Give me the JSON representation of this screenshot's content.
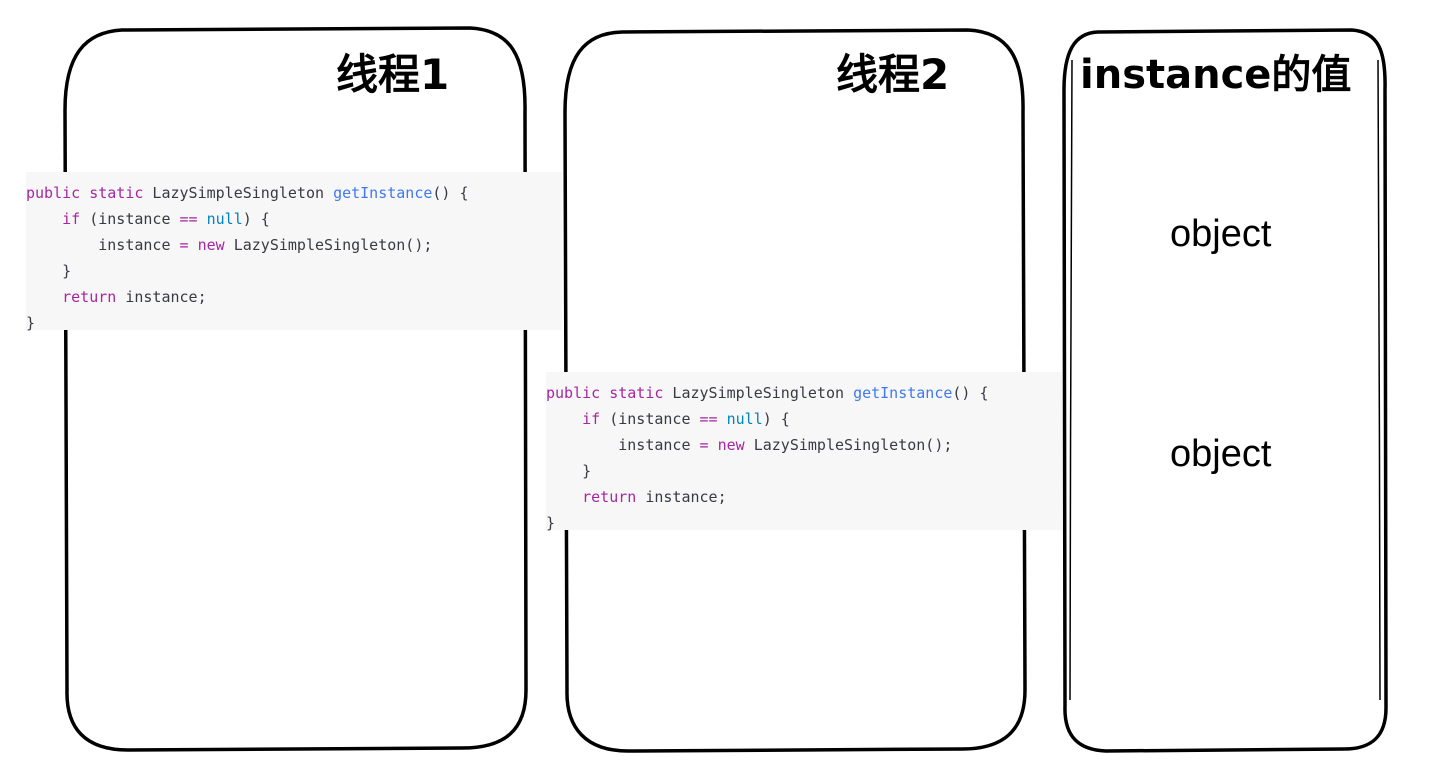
{
  "panels": [
    {
      "id": "thread1",
      "title": "线程1"
    },
    {
      "id": "thread2",
      "title": "线程2"
    },
    {
      "id": "instance",
      "title": "instance的值"
    }
  ],
  "code": {
    "lines": [
      [
        {
          "t": "public",
          "c": "kw"
        },
        {
          "t": " ",
          "c": "plain"
        },
        {
          "t": "static",
          "c": "kw"
        },
        {
          "t": " LazySimpleSingleton ",
          "c": "plain"
        },
        {
          "t": "getInstance",
          "c": "fn"
        },
        {
          "t": "() {",
          "c": "plain"
        }
      ],
      [
        {
          "t": "    ",
          "c": "plain"
        },
        {
          "t": "if",
          "c": "kw"
        },
        {
          "t": " (instance ",
          "c": "plain"
        },
        {
          "t": "==",
          "c": "op"
        },
        {
          "t": " ",
          "c": "plain"
        },
        {
          "t": "null",
          "c": "lit"
        },
        {
          "t": ") {",
          "c": "plain"
        }
      ],
      [
        {
          "t": "        instance ",
          "c": "plain"
        },
        {
          "t": "=",
          "c": "op"
        },
        {
          "t": " ",
          "c": "plain"
        },
        {
          "t": "new",
          "c": "kw"
        },
        {
          "t": " LazySimpleSingleton();",
          "c": "plain"
        }
      ],
      [
        {
          "t": "    }",
          "c": "plain"
        }
      ],
      [
        {
          "t": "    ",
          "c": "plain"
        },
        {
          "t": "return",
          "c": "kw"
        },
        {
          "t": " instance;",
          "c": "plain"
        }
      ],
      [
        {
          "t": "}",
          "c": "plain"
        }
      ]
    ]
  },
  "values": [
    "object",
    "object"
  ],
  "colors": {
    "keyword": "#a626a4",
    "function": "#4078f2",
    "literal": "#0184bc",
    "text": "#383a42",
    "code_background": "#f7f7f7",
    "stroke": "#000000"
  }
}
